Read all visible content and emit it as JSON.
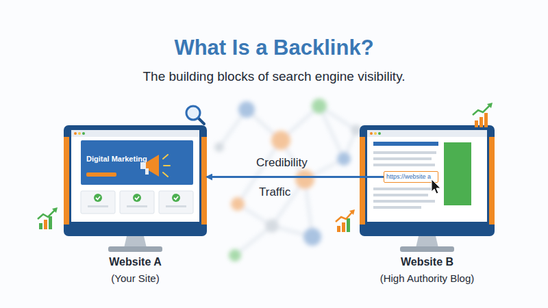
{
  "diagram": {
    "title": "What Is a Backlink?",
    "nodes": [
      {
        "text": [
          "Website A",
          "(Your Site)"
        ]
      },
      {
        "text": [
          "Digital Marketing"
        ],
        "in": 0
      },
      {
        "text": [
          "Website B",
          "(High Authority Blog)"
        ]
      },
      {
        "text": [
          "https://website a"
        ],
        "in": 2
      }
    ],
    "edges": [
      {
        "from": 3,
        "to": 0,
        "arrow": "to",
        "label": "Credibility"
      }
    ],
    "labels": [
      "The building blocks of search engine visibility.",
      "Traffic"
    ]
  }
}
